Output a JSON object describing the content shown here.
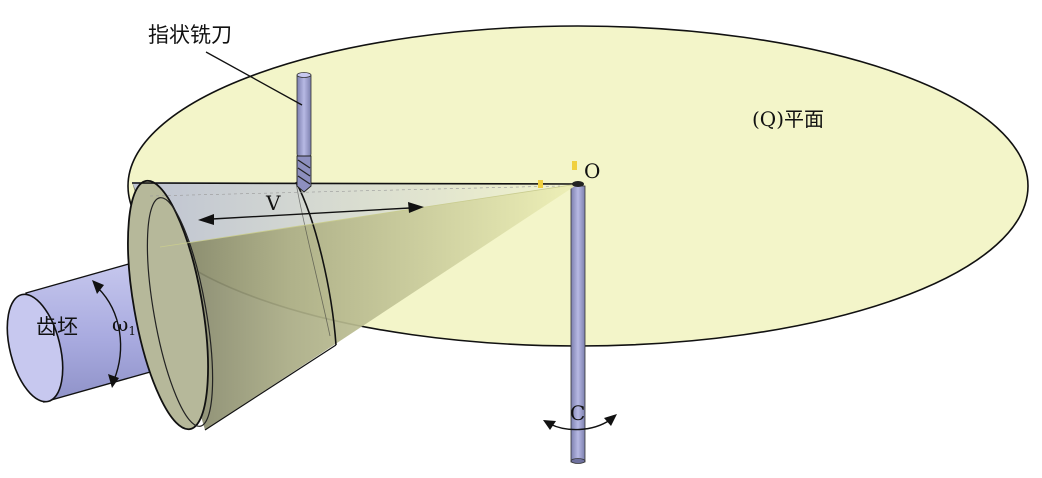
{
  "labels": {
    "milling_cutter": "指状铣刀",
    "plane": "(Q)平面",
    "origin": "O",
    "velocity": "V",
    "gear_blank": "齿坯",
    "omega": "ω",
    "omega_sub": "1",
    "rotation_c": "C"
  },
  "colors": {
    "plane_fill": "#f2f4c8",
    "plane_stroke": "#111111",
    "cone_light": "#e6ea9e",
    "cone_dark": "#9fa27a",
    "shaft_fill": "#b9bbe6",
    "rod_fill": "#9ea0d0",
    "line": "#111111"
  }
}
